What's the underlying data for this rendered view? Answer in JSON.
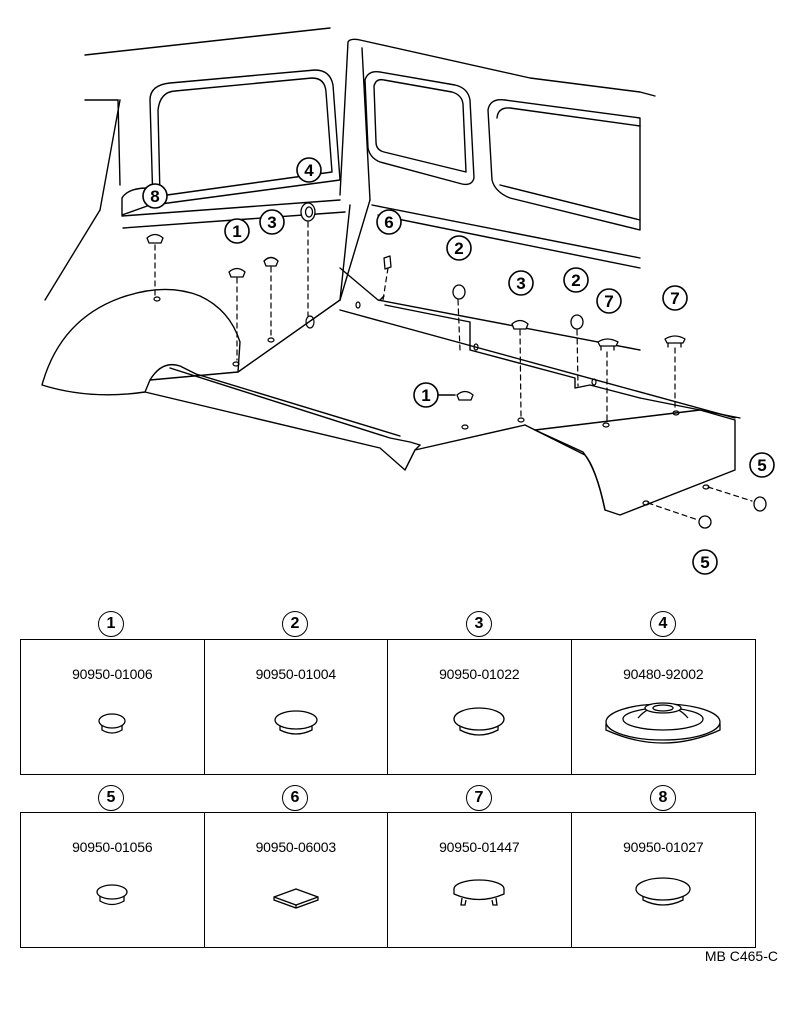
{
  "diagram": {
    "callouts": [
      "1",
      "2",
      "3",
      "4",
      "5",
      "6",
      "7",
      "8",
      "1",
      "2",
      "3",
      "2",
      "5",
      "5",
      "7",
      "7"
    ]
  },
  "parts": [
    {
      "index": "1",
      "part_number": "90950-01006",
      "icon": "small-round-plug"
    },
    {
      "index": "2",
      "part_number": "90950-01004",
      "icon": "medium-round-plug"
    },
    {
      "index": "3",
      "part_number": "90950-01022",
      "icon": "large-round-plug"
    },
    {
      "index": "4",
      "part_number": "90480-92002",
      "icon": "grommet"
    },
    {
      "index": "5",
      "part_number": "90950-01056",
      "icon": "small-round-plug"
    },
    {
      "index": "6",
      "part_number": "90950-06003",
      "icon": "square-pad"
    },
    {
      "index": "7",
      "part_number": "90950-01447",
      "icon": "clip-cap"
    },
    {
      "index": "8",
      "part_number": "90950-01027",
      "icon": "large-round-plug"
    }
  ],
  "reference_code": "MB  C465-C"
}
